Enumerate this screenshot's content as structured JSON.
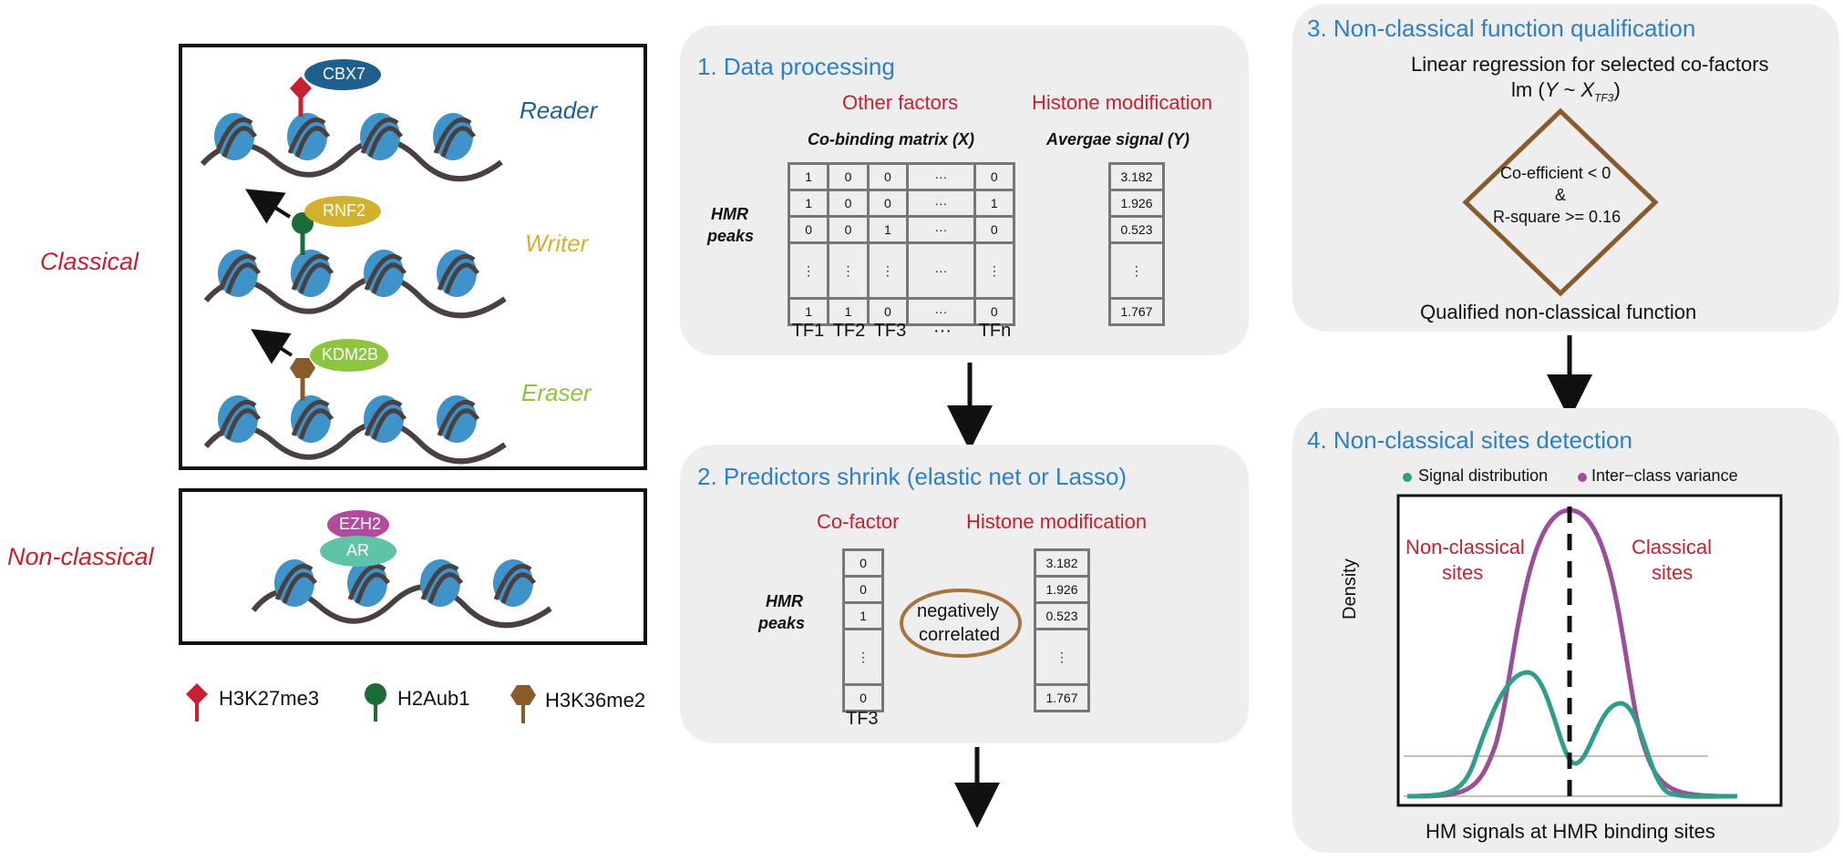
{
  "left": {
    "classical_label": "Classical",
    "non_classical_label": "Non-classical",
    "roles": {
      "reader": "Reader",
      "writer": "Writer",
      "eraser": "Eraser"
    },
    "factors": {
      "cbx7": "CBX7",
      "rnf2": "RNF2",
      "kdm2b": "KDM2B",
      "ezh2": "EZH2",
      "ar": "AR"
    },
    "legend": [
      {
        "label": "H3K27me3",
        "icon": "diamond-mark-icon",
        "color": "#c8202f"
      },
      {
        "label": "H2Aub1",
        "icon": "circle-mark-icon",
        "color": "#1e6b3a"
      },
      {
        "label": "H3K36me2",
        "icon": "hexagon-mark-icon",
        "color": "#8a5a2b"
      }
    ],
    "colors": {
      "reader": "#1f5f8f",
      "writer": "#d4b12d",
      "eraser": "#8cc63f",
      "nucleosome": "#3f93c8",
      "dna": "#4a4040"
    }
  },
  "step1": {
    "title": "1. Data processing",
    "other_factors": "Other factors",
    "histone_mod": "Histone modification",
    "matrix_title": "Co-binding matrix (X)",
    "signal_title": "Avergae signal (Y)",
    "row_label": [
      "HMR",
      "peaks"
    ],
    "matrix_rows": [
      [
        "1",
        "0",
        "0",
        "···",
        "0"
      ],
      [
        "1",
        "0",
        "0",
        "···",
        "1"
      ],
      [
        "0",
        "0",
        "1",
        "···",
        "0"
      ],
      [
        "⋮",
        "⋮",
        "⋮",
        "···",
        "⋮"
      ],
      [
        "1",
        "1",
        "0",
        "···",
        "0"
      ]
    ],
    "col_labels": [
      "TF1",
      "TF2",
      "TF3",
      "···",
      "TFn"
    ],
    "signal_values": [
      "3.182",
      "1.926",
      "0.523",
      "⋮",
      "1.767"
    ]
  },
  "step2": {
    "title": "2. Predictors shrink (elastic net or Lasso)",
    "cofactor": "Co-factor",
    "histone_mod": "Histone modification",
    "row_label": [
      "HMR",
      "peaks"
    ],
    "tf3_values": [
      "0",
      "0",
      "1",
      "⋮",
      "0"
    ],
    "tf3_label": "TF3",
    "signal_values": [
      "3.182",
      "1.926",
      "0.523",
      "⋮",
      "1.767"
    ],
    "correlation": [
      "negatively",
      "correlated"
    ]
  },
  "step3": {
    "title": "3. Non-classical function qualification",
    "line1": "Linear regression for selected co-factors",
    "formula_prefix": "lm (",
    "formula_y": "Y",
    "formula_tilde": " ~ ",
    "formula_x": "X",
    "formula_sub": "TF3",
    "formula_suffix": ")",
    "criteria": [
      "Co-efficient < 0",
      "&",
      "R-square >= 0.16"
    ],
    "result": "Qualified non-classical function"
  },
  "step4": {
    "title": "4. Non-classical sites detection",
    "legend": [
      {
        "label": "Signal distribution",
        "color": "#2e9e8a"
      },
      {
        "label": "Inter−class variance",
        "color": "#9b4f9b"
      }
    ],
    "left_region": [
      "Non-classical",
      "sites"
    ],
    "right_region": [
      "Classical",
      "sites"
    ],
    "ylabel": "Density",
    "xlabel": "HM signals at HMR binding sites"
  }
}
